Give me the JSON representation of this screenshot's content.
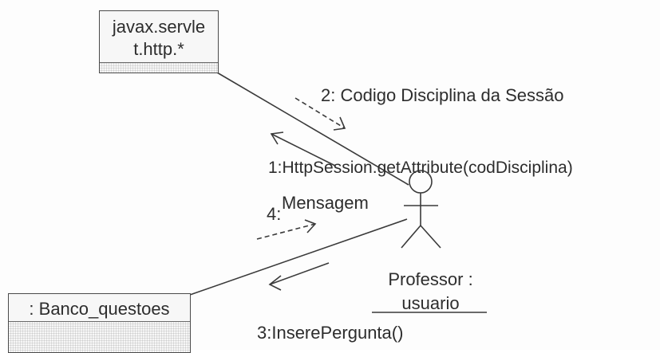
{
  "objects": {
    "servlet": {
      "name": "javax.servle\nt.http.*"
    },
    "banco": {
      "name": ": Banco_questoes"
    }
  },
  "actor": {
    "name_line1": "Professor :",
    "name_line2": "usuario"
  },
  "messages": {
    "m1": "1:HttpSession.getAttribute(codDisciplina)",
    "m2": "2: Codigo Disciplina da Sessão",
    "m3": "3:InserePergunta()",
    "m4_number": "4:",
    "m4_text": "Mensagem"
  },
  "colors": {
    "line": "#3a3a3a",
    "box_border": "#4a4a4a",
    "text": "#2d2d2d"
  }
}
